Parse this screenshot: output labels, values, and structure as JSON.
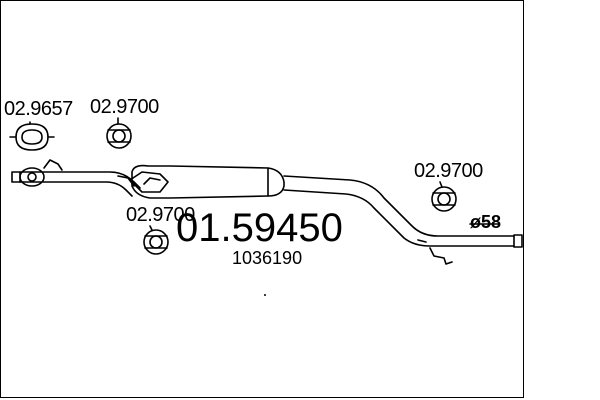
{
  "main_part_number": "01.59450",
  "oe_number": "1036190",
  "diameter": "ø58",
  "callouts": [
    {
      "id": "clamp",
      "label": "02.9657"
    },
    {
      "id": "hanger-top",
      "label": "02.9700"
    },
    {
      "id": "hanger-mid",
      "label": "02.9700"
    },
    {
      "id": "hanger-right",
      "label": "02.9700"
    }
  ],
  "colors": {
    "line": "#000000",
    "background": "#ffffff"
  }
}
